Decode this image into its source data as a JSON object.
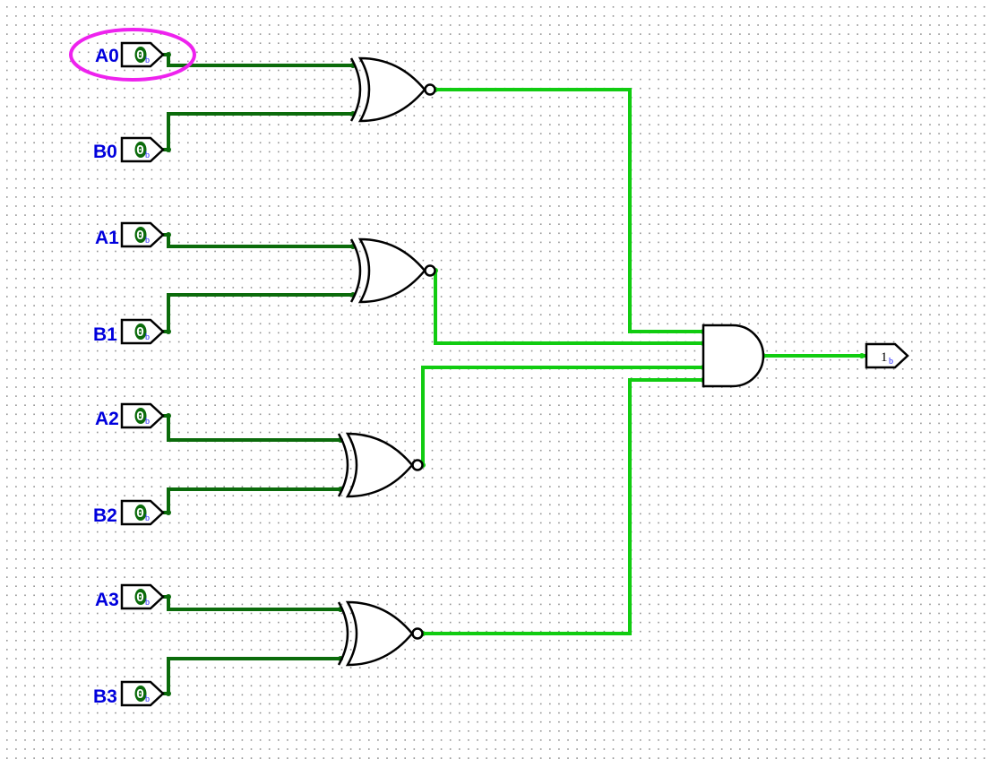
{
  "app": "Logisim circuit canvas",
  "circuit": {
    "description": "4-bit equality comparator",
    "colors": {
      "wire_low": "#0b6b0b",
      "wire_high": "#11cc11",
      "gate_stroke": "#000000",
      "label": "#0000dd",
      "highlight": "#ee22ee",
      "grid_dot": "#777777"
    },
    "inputs": [
      {
        "label": "A0",
        "value": "0",
        "radix": "b",
        "highlighted": true
      },
      {
        "label": "B0",
        "value": "0",
        "radix": "b",
        "highlighted": false
      },
      {
        "label": "A1",
        "value": "0",
        "radix": "b",
        "highlighted": false
      },
      {
        "label": "B1",
        "value": "0",
        "radix": "b",
        "highlighted": false
      },
      {
        "label": "A2",
        "value": "0",
        "radix": "b",
        "highlighted": false
      },
      {
        "label": "B2",
        "value": "0",
        "radix": "b",
        "highlighted": false
      },
      {
        "label": "A3",
        "value": "0",
        "radix": "b",
        "highlighted": false
      },
      {
        "label": "B3",
        "value": "0",
        "radix": "b",
        "highlighted": false
      }
    ],
    "gates": [
      {
        "type": "XNOR",
        "inputs": [
          "A0",
          "B0"
        ],
        "output_state": 1
      },
      {
        "type": "XNOR",
        "inputs": [
          "A1",
          "B1"
        ],
        "output_state": 1
      },
      {
        "type": "XNOR",
        "inputs": [
          "A2",
          "B2"
        ],
        "output_state": 1
      },
      {
        "type": "XNOR",
        "inputs": [
          "A3",
          "B3"
        ],
        "output_state": 1
      },
      {
        "type": "AND",
        "inputs": [
          "XNOR0",
          "XNOR1",
          "XNOR2",
          "XNOR3"
        ],
        "output_state": 1
      }
    ],
    "output": {
      "value": "1",
      "radix": "b"
    }
  }
}
